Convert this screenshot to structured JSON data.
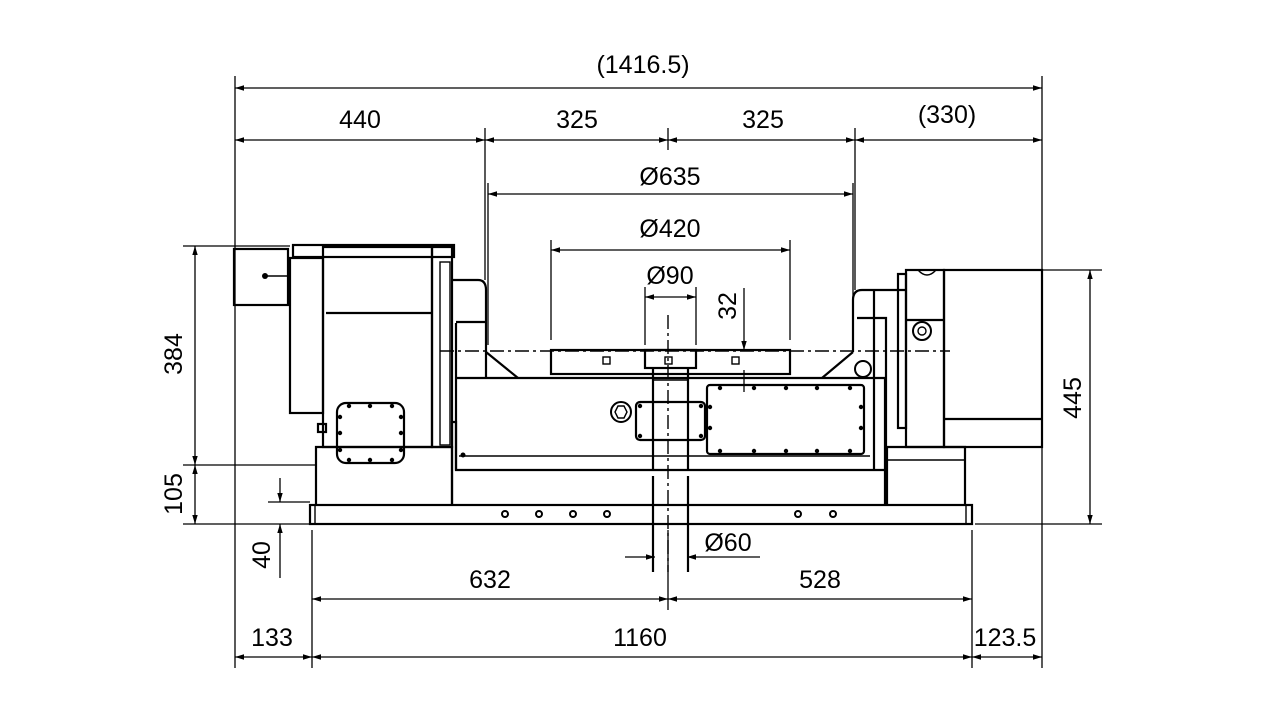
{
  "drawing": {
    "title": "Rotary tilting table dimensional drawing",
    "units": "mm",
    "dimensions": {
      "overall_width": "(1416.5)",
      "left_offset": "440",
      "left_half": "325",
      "right_half": "325",
      "right_offset": "(330)",
      "table_diameter": "Ø635",
      "slot_circle_diameter": "Ø420",
      "center_bore_diameter": "Ø90",
      "table_step": "32",
      "left_height": "384",
      "base_height": "105",
      "plate_thickness": "40",
      "right_height": "445",
      "spindle_diameter": "Ø60",
      "base_left": "632",
      "base_right": "528",
      "left_overhang": "133",
      "base_length": "1160",
      "right_overhang": "123.5"
    }
  }
}
